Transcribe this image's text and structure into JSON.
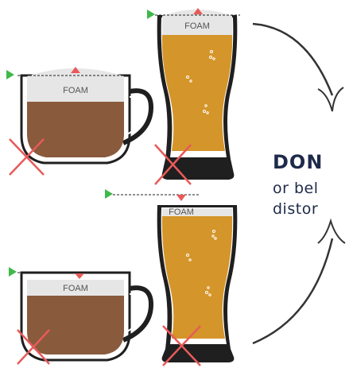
{
  "labels": {
    "foam": "FOAM",
    "heading": "DON",
    "line1": "or bel",
    "line2": "distor"
  },
  "colors": {
    "coffee": "#8a5a3c",
    "foam": "#e6e6e6",
    "beer": "#d4952a",
    "outline": "#1f1f1f",
    "indicator_green": "#3fb84a",
    "indicator_red": "#e85a5a",
    "cross_red": "#e85a5a",
    "text": "#1e2a4a"
  },
  "icons": [
    "play-triangle-icon",
    "arrow-up-icon",
    "arrow-down-icon",
    "cross-icon",
    "curved-arrow-icon"
  ]
}
